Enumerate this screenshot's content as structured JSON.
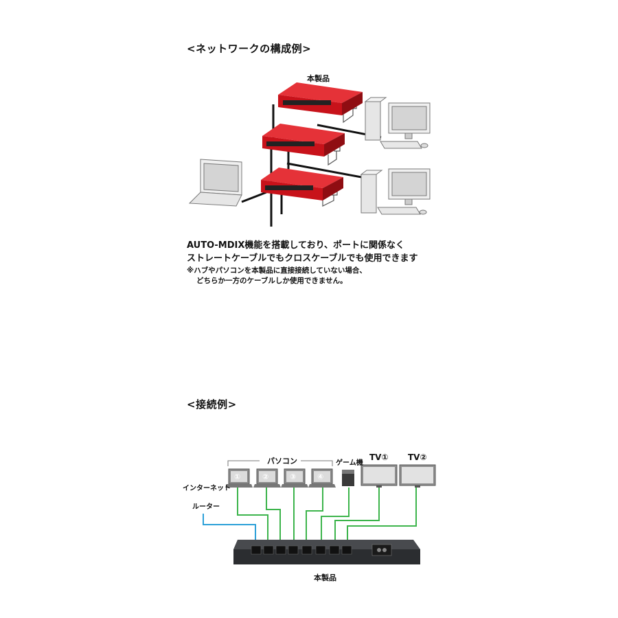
{
  "section1": {
    "heading": "<ネットワークの構成例>",
    "product_label": "本製品",
    "description_line1": "AUTO-MDIX機能を搭載しており、ポートに関係なく",
    "description_line2": "ストレートケーブルでもクロスケーブルでも使用できます",
    "note_line1": "※ハブやパソコンを本製品に直接接続していない場合、",
    "note_line2": "どちらか一方のケーブルしか使用できません。"
  },
  "section2": {
    "heading": "<接続例>",
    "pc_group_label": "パソコン",
    "pc_numbers": [
      "①",
      "②",
      "③",
      "④"
    ],
    "game_label": "ゲーム機",
    "tv1_label": "TV①",
    "tv2_label": "TV②",
    "internet_label": "インターネット",
    "router_label": "ルーター",
    "product_label": "本製品"
  },
  "colors": {
    "switch_red": "#d0131a",
    "cable_green": "#3cb44b",
    "cable_blue": "#2a9fd8",
    "switch_dark": "#2b2d30"
  }
}
